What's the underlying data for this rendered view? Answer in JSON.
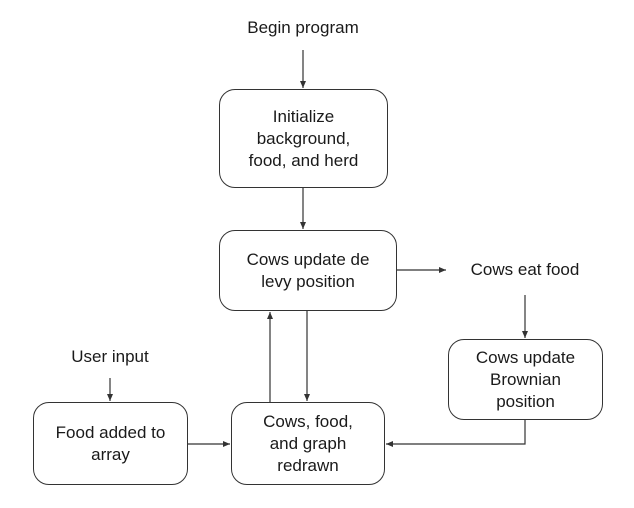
{
  "diagram": {
    "labels": {
      "begin": "Begin program",
      "eat": "Cows eat food",
      "user_input": "User input"
    },
    "boxes": {
      "init": [
        "Initialize",
        "background,",
        "food, and herd"
      ],
      "levy": [
        "Cows update de",
        "levy position"
      ],
      "brownian": [
        "Cows update",
        "Brownian",
        "position"
      ],
      "food_added": [
        "Food added to",
        "array"
      ],
      "redrawn": [
        "Cows, food,",
        "and graph",
        "redrawn"
      ]
    },
    "edges": [
      {
        "from": "begin",
        "to": "init"
      },
      {
        "from": "init",
        "to": "levy"
      },
      {
        "from": "levy",
        "to": "eat"
      },
      {
        "from": "eat",
        "to": "brownian"
      },
      {
        "from": "brownian",
        "to": "redrawn"
      },
      {
        "from": "levy",
        "to": "redrawn"
      },
      {
        "from": "redrawn",
        "to": "levy"
      },
      {
        "from": "user_input",
        "to": "food_added"
      },
      {
        "from": "food_added",
        "to": "redrawn"
      }
    ],
    "colors": {
      "stroke": "#333333",
      "text": "#1a1a1a"
    }
  }
}
